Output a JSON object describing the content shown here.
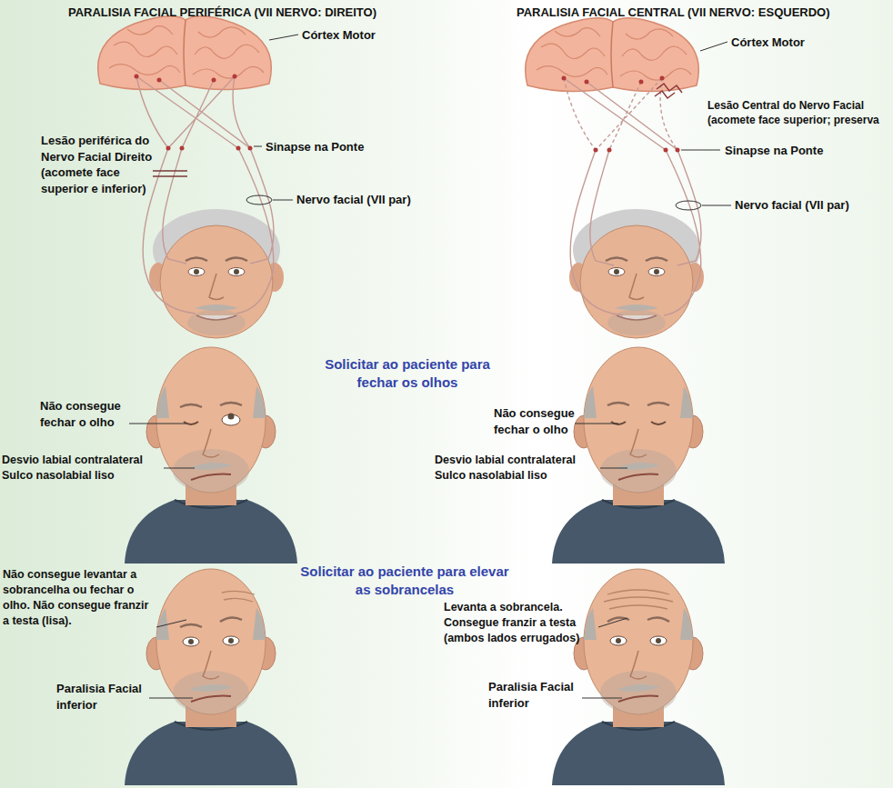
{
  "diagram": {
    "labels": [
      "PARALISIA FACIAL PERIFÉRICA (VII NERVO: DIREITO)",
      "PARALISIA FACIAL CENTRAL (VII NERVO: ESQUERDO)",
      "Córtex Motor",
      "Córtex Motor",
      "Lesão periférica do Nervo Facial Direito (acomete face superior e inferior)",
      "Sinapse na Ponte",
      "Nervo facial (VII par)",
      "Lesão Central do Nervo Facial (acomete face superior; preserva",
      "Sinapse na Ponte",
      "Nervo facial (VII par)",
      "Solicitar ao paciente para fechar os olhos",
      "Não consegue fechar o olho",
      "Desvio labial contralateral Sulco nasolabial liso",
      "Não consegue fechar o olho",
      "Desvio labial contralateral Sulco nasolabial liso",
      "Solicitar ao paciente para elevar as sobrancelas",
      "Não consegue levantar a sobrancelha ou fechar o olho. Não consegue franzir a testa (lisa).",
      "Paralisia Facial inferior",
      "Levanta a sobrancela. Consegue franzir a testa (ambos lados errugados)",
      "Paralisia Facial inferior"
    ]
  }
}
